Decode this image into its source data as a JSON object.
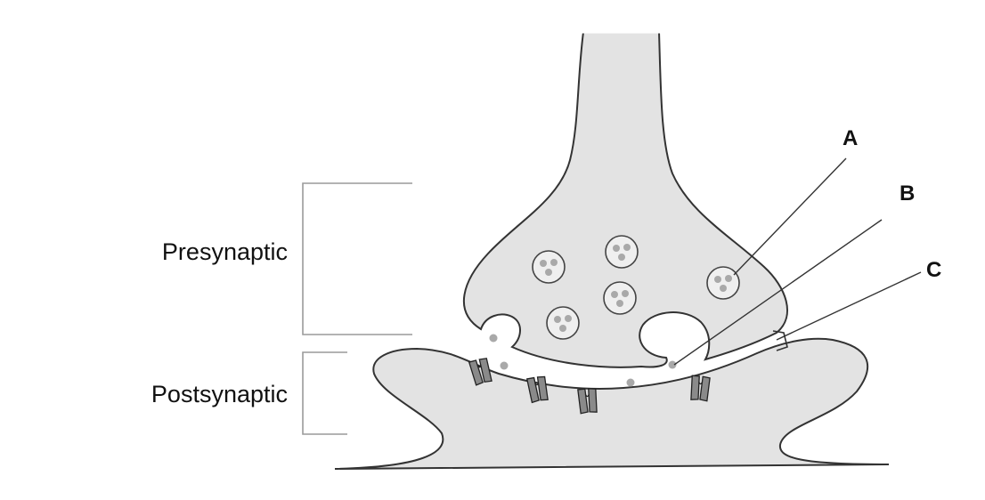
{
  "labels": {
    "presynaptic": "Presynaptic",
    "postsynaptic": "Postsynaptic",
    "a": "A",
    "b": "B",
    "c": "C"
  },
  "colors": {
    "tissue_fill": "#e3e3e3",
    "outline": "#333333",
    "vesicle_dot": "#a9a9a9",
    "receptor": "#8a8a8a",
    "bracket": "#9a9a9a",
    "background": "#ffffff"
  }
}
